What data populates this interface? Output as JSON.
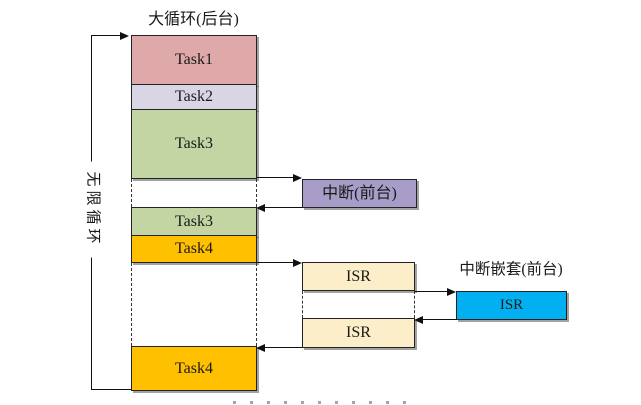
{
  "diagram": {
    "title": "大循环(后台)",
    "loop_label": "无限循环",
    "nested_title": "中断嵌套(前台)",
    "background_tasks": [
      {
        "label": "Task1",
        "color": "#DFA9A9"
      },
      {
        "label": "Task2",
        "color": "#DAD5E5"
      },
      {
        "label": "Task3",
        "color": "#C3D5A2"
      },
      {
        "label": "Task3",
        "color": "#C3D5A2"
      },
      {
        "label": "Task4",
        "color": "#FFC000"
      },
      {
        "label": "Task4",
        "color": "#FFC000"
      }
    ],
    "interrupt_box": {
      "label": "中断(前台)",
      "color": "#A89CC8"
    },
    "isr_boxes": [
      {
        "label": "ISR",
        "color": "#FBEEC8"
      },
      {
        "label": "ISR",
        "color": "#FBEEC8"
      }
    ],
    "nested_isr_box": {
      "label": "ISR",
      "color": "#00B0F0"
    },
    "line_color": "#111111"
  }
}
